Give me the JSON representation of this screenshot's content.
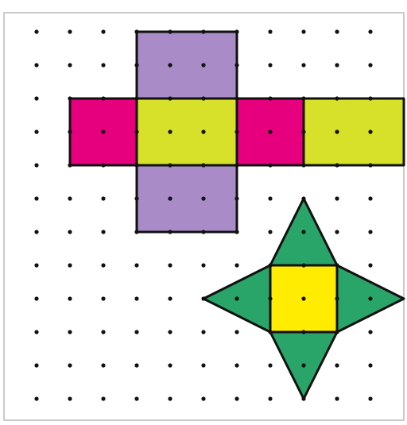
{
  "diagram": {
    "grid": {
      "columns": 11,
      "rows": 12,
      "dot_color": "#111111"
    },
    "colors": {
      "background": "#ffffff",
      "frame": "#b9b9b9",
      "outline": "#111111",
      "purple": "#a88bc7",
      "magenta": "#e6007e",
      "lime": "#d8e12a",
      "green": "#2aa56a",
      "yellow": "#ffec00"
    },
    "cube_net": {
      "faces": [
        {
          "id": "top-face",
          "color": "purple",
          "cells": [
            3,
            0,
            3,
            2
          ]
        },
        {
          "id": "left-face",
          "color": "magenta",
          "cells": [
            1,
            2,
            2,
            2
          ]
        },
        {
          "id": "front-face",
          "color": "lime",
          "cells": [
            3,
            2,
            3,
            2
          ]
        },
        {
          "id": "right-face",
          "color": "magenta",
          "cells": [
            6,
            2,
            2,
            2
          ]
        },
        {
          "id": "back-face",
          "color": "lime",
          "cells": [
            8,
            2,
            3,
            2
          ]
        },
        {
          "id": "bottom-face",
          "color": "purple",
          "cells": [
            3,
            4,
            3,
            2
          ]
        }
      ]
    },
    "pyramid_net": {
      "base": {
        "color": "yellow",
        "cells": [
          7,
          7,
          2,
          2
        ]
      },
      "triangles": [
        {
          "id": "north-triangle",
          "color": "green",
          "points": [
            [
              7,
              7
            ],
            [
              9,
              7
            ],
            [
              8,
              5
            ]
          ]
        },
        {
          "id": "east-triangle",
          "color": "green",
          "points": [
            [
              9,
              7
            ],
            [
              9,
              9
            ],
            [
              11,
              8
            ]
          ]
        },
        {
          "id": "south-triangle",
          "color": "green",
          "points": [
            [
              7,
              9
            ],
            [
              9,
              9
            ],
            [
              8,
              11
            ]
          ]
        },
        {
          "id": "west-triangle",
          "color": "green",
          "points": [
            [
              7,
              7
            ],
            [
              7,
              9
            ],
            [
              5,
              8
            ]
          ]
        }
      ]
    }
  }
}
